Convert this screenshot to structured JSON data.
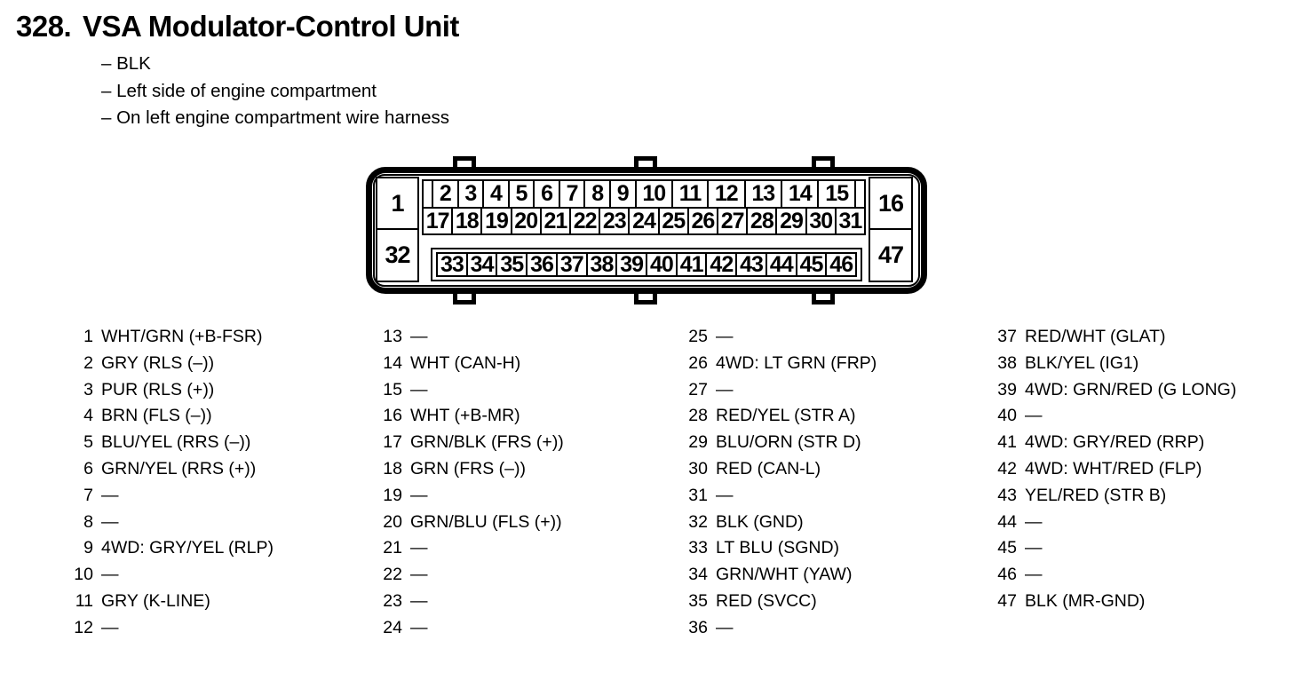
{
  "colors": {
    "ink": "#000000",
    "paper": "#ffffff"
  },
  "header": {
    "section_number": "328.",
    "title": "VSA Modulator-Control Unit",
    "notes": [
      "– BLK",
      "– Left side of engine compartment",
      "– On left engine compartment wire harness"
    ]
  },
  "connector": {
    "corner_pins": {
      "top_left": "1",
      "bottom_left": "32",
      "top_right": "16",
      "bottom_right": "47"
    },
    "row_top": [
      "2",
      "3",
      "4",
      "5",
      "6",
      "7",
      "8",
      "9",
      "10",
      "11",
      "12",
      "13",
      "14",
      "15"
    ],
    "row_middle": [
      "17",
      "18",
      "19",
      "20",
      "21",
      "22",
      "23",
      "24",
      "25",
      "26",
      "27",
      "28",
      "29",
      "30",
      "31"
    ],
    "row_bottom": [
      "33",
      "34",
      "35",
      "36",
      "37",
      "38",
      "39",
      "40",
      "41",
      "42",
      "43",
      "44",
      "45",
      "46"
    ]
  },
  "pin_list": {
    "columns": [
      {
        "rows": [
          {
            "pin": "1",
            "desc": "WHT/GRN (+B-FSR)"
          },
          {
            "pin": "2",
            "desc": "GRY (RLS (–))"
          },
          {
            "pin": "3",
            "desc": "PUR (RLS (+))"
          },
          {
            "pin": "4",
            "desc": "BRN (FLS (–))"
          },
          {
            "pin": "5",
            "desc": "BLU/YEL (RRS (–))"
          },
          {
            "pin": "6",
            "desc": "GRN/YEL (RRS (+))"
          },
          {
            "pin": "7",
            "desc": "—"
          },
          {
            "pin": "8",
            "desc": "—"
          },
          {
            "pin": "9",
            "desc": "4WD: GRY/YEL (RLP)"
          },
          {
            "pin": "10",
            "desc": "—"
          },
          {
            "pin": "11",
            "desc": "GRY (K-LINE)"
          },
          {
            "pin": "12",
            "desc": "—"
          }
        ]
      },
      {
        "rows": [
          {
            "pin": "13",
            "desc": "—"
          },
          {
            "pin": "14",
            "desc": "WHT (CAN-H)"
          },
          {
            "pin": "15",
            "desc": "—"
          },
          {
            "pin": "16",
            "desc": "WHT (+B-MR)"
          },
          {
            "pin": "17",
            "desc": "GRN/BLK (FRS (+))"
          },
          {
            "pin": "18",
            "desc": "GRN (FRS (–))"
          },
          {
            "pin": "19",
            "desc": "—"
          },
          {
            "pin": "20",
            "desc": "GRN/BLU (FLS (+))"
          },
          {
            "pin": "21",
            "desc": "—"
          },
          {
            "pin": "22",
            "desc": "—"
          },
          {
            "pin": "23",
            "desc": "—"
          },
          {
            "pin": "24",
            "desc": "—"
          }
        ]
      },
      {
        "rows": [
          {
            "pin": "25",
            "desc": "—"
          },
          {
            "pin": "26",
            "desc": "4WD: LT GRN (FRP)"
          },
          {
            "pin": "27",
            "desc": "—"
          },
          {
            "pin": "28",
            "desc": "RED/YEL (STR A)"
          },
          {
            "pin": "29",
            "desc": "BLU/ORN (STR D)"
          },
          {
            "pin": "30",
            "desc": "RED (CAN-L)"
          },
          {
            "pin": "31",
            "desc": "—"
          },
          {
            "pin": "32",
            "desc": "BLK (GND)"
          },
          {
            "pin": "33",
            "desc": "LT BLU (SGND)"
          },
          {
            "pin": "34",
            "desc": "GRN/WHT (YAW)"
          },
          {
            "pin": "35",
            "desc": "RED (SVCC)"
          },
          {
            "pin": "36",
            "desc": "—"
          }
        ]
      },
      {
        "rows": [
          {
            "pin": "37",
            "desc": "RED/WHT (GLAT)"
          },
          {
            "pin": "38",
            "desc": "BLK/YEL (IG1)"
          },
          {
            "pin": "39",
            "desc": "4WD: GRN/RED (G LONG)"
          },
          {
            "pin": "40",
            "desc": "—"
          },
          {
            "pin": "41",
            "desc": "4WD: GRY/RED (RRP)"
          },
          {
            "pin": "42",
            "desc": "4WD: WHT/RED (FLP)"
          },
          {
            "pin": "43",
            "desc": "YEL/RED (STR B)"
          },
          {
            "pin": "44",
            "desc": "—"
          },
          {
            "pin": "45",
            "desc": "—"
          },
          {
            "pin": "46",
            "desc": "—"
          },
          {
            "pin": "47",
            "desc": "BLK (MR-GND)"
          }
        ]
      }
    ]
  }
}
